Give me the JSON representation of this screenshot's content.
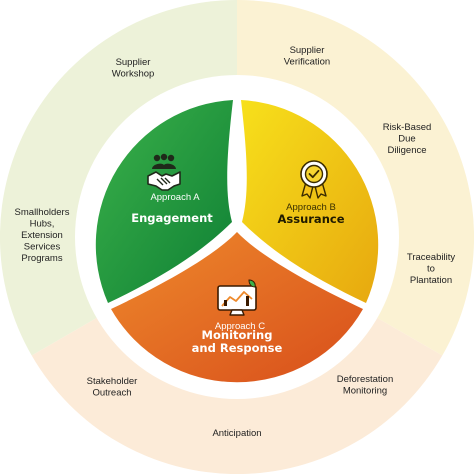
{
  "colors": {
    "ring_green": "#EDF2D9",
    "ring_yellow": "#FBF2D3",
    "ring_orange": "#FCEBD8",
    "engagement_light": "#3BB14A",
    "engagement_dark": "#0E7F34",
    "assurance_light": "#F7E01B",
    "assurance_dark": "#E7A80F",
    "monitoring_light": "#EE8A2C",
    "monitoring_dark": "#D84E1B",
    "icon_outline": "#1F2A1A"
  },
  "outer_ring": {
    "items": [
      {
        "lines": [
          "Supplier",
          "Workshop"
        ]
      },
      {
        "lines": [
          "Supplier",
          "Verification"
        ]
      },
      {
        "lines": [
          "Risk-Based",
          "Due",
          "Diligence"
        ]
      },
      {
        "lines": [
          "Traceability",
          "to",
          "Plantation"
        ]
      },
      {
        "lines": [
          "Deforestation",
          "Monitoring"
        ]
      },
      {
        "lines": [
          "Anticipation"
        ]
      },
      {
        "lines": [
          "Stakeholder",
          "Outreach"
        ]
      },
      {
        "lines": [
          "Smallholders",
          "Hubs,",
          "Extension",
          "Services",
          "Programs"
        ]
      }
    ]
  },
  "approaches": {
    "a": {
      "label": "Approach A",
      "title_lines": [
        "Engagement"
      ],
      "icon": "handshake-icon"
    },
    "b": {
      "label": "Approach B",
      "title_lines": [
        "Assurance"
      ],
      "icon": "award-badge-icon"
    },
    "c": {
      "label": "Approach C",
      "title_lines": [
        "Monitoring",
        "and Response"
      ],
      "icon": "monitor-chart-icon"
    }
  }
}
